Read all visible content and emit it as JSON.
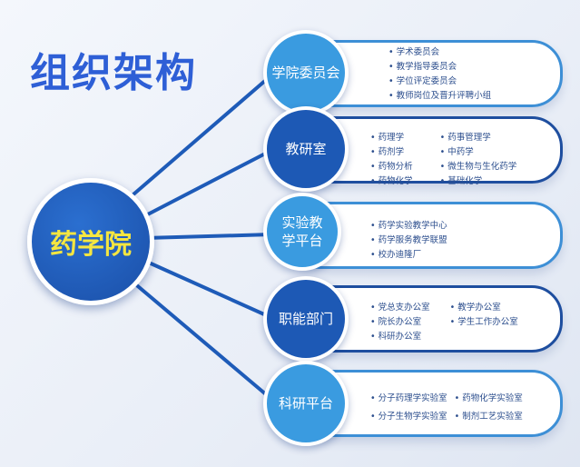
{
  "title": "组织架构",
  "center": "药学院",
  "branches": [
    {
      "name": "学院委员会",
      "items": [
        "学术委员会",
        "教学指导委员会",
        "学位评定委员会",
        "教师岗位及晋升评聘小组"
      ]
    },
    {
      "name": "教研室",
      "items": [
        "药理学",
        "药事管理学",
        "药剂学",
        "中药学",
        "药物分析",
        "微生物与生化药学",
        "药物化学",
        "基础化学"
      ]
    },
    {
      "name": "实验教学平台",
      "items": [
        "药学实验教学中心",
        "药学服务教学联盟",
        "校办迪隆厂"
      ]
    },
    {
      "name": "职能部门",
      "items": [
        "党总支办公室",
        "教学办公室",
        "院长办公室",
        "学生工作办公室",
        "科研办公室"
      ]
    },
    {
      "name": "科研平台",
      "items": [
        "分子药理学实验室",
        "药物化学实验室",
        "分子生物学实验室",
        "制剂工艺实验室"
      ]
    }
  ]
}
